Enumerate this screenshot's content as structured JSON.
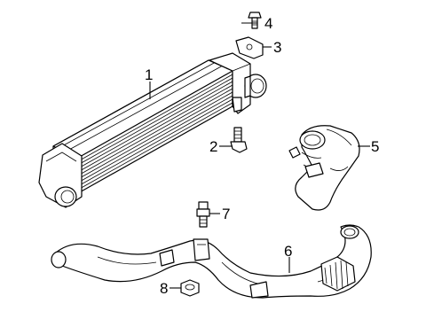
{
  "callouts": [
    {
      "id": "1",
      "text": "1"
    },
    {
      "id": "2",
      "text": "2"
    },
    {
      "id": "3",
      "text": "3"
    },
    {
      "id": "4",
      "text": "4"
    },
    {
      "id": "5",
      "text": "5"
    },
    {
      "id": "6",
      "text": "6"
    },
    {
      "id": "7",
      "text": "7"
    },
    {
      "id": "8",
      "text": "8"
    }
  ],
  "parts": [
    {
      "callout": "1",
      "depicts": "intercooler"
    },
    {
      "callout": "2",
      "depicts": "bolt"
    },
    {
      "callout": "3",
      "depicts": "bracket"
    },
    {
      "callout": "4",
      "depicts": "bolt"
    },
    {
      "callout": "5",
      "depicts": "outlet-hose"
    },
    {
      "callout": "6",
      "depicts": "inlet-tube"
    },
    {
      "callout": "7",
      "depicts": "stud-bolt"
    },
    {
      "callout": "8",
      "depicts": "nut"
    }
  ]
}
